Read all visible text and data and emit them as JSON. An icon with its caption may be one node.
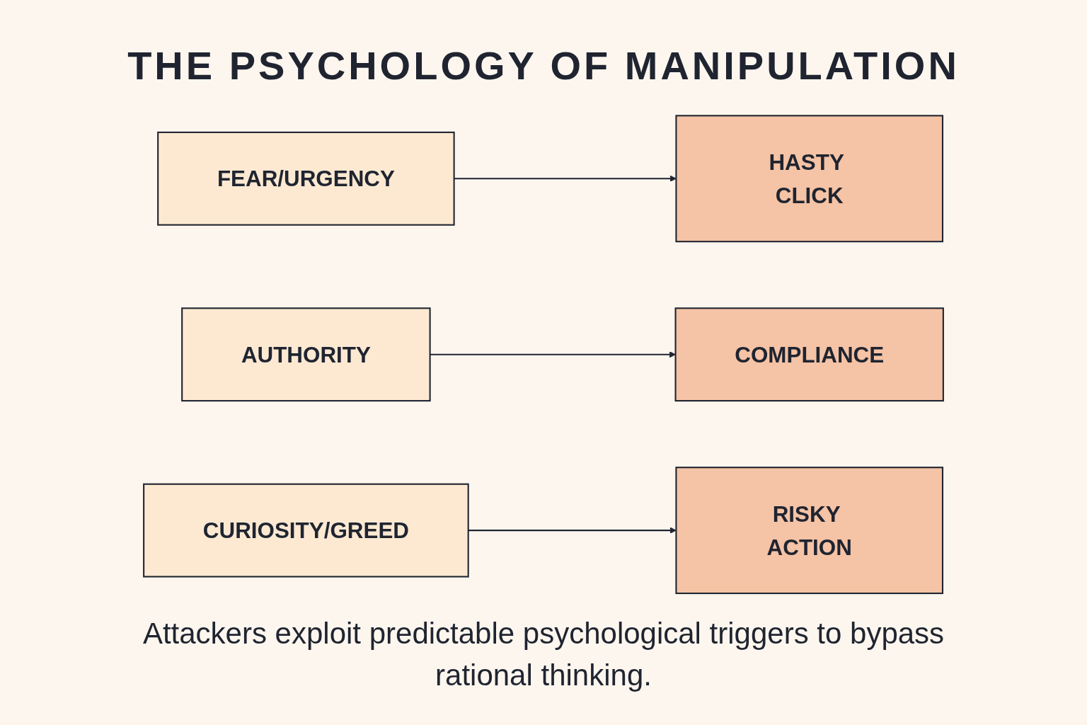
{
  "diagram": {
    "title": "THE PSYCHOLOGY OF MANIPULATION",
    "caption": "Attackers exploit predictable psychological triggers to bypass rational thinking.",
    "nodes": [
      {
        "text": [
          "FEAR/URGENCY"
        ]
      },
      {
        "text": [
          "HASTY CLICK"
        ]
      },
      {
        "text": [
          "AUTHORITY"
        ]
      },
      {
        "text": [
          "COMPLIANCE"
        ]
      },
      {
        "text": [
          "CURIOSITY/GREED"
        ]
      },
      {
        "text": [
          "RISKY ACTION"
        ]
      }
    ],
    "edges": [
      {
        "from": 0,
        "to": 1,
        "arrow": "to"
      },
      {
        "from": 2,
        "to": 3,
        "arrow": "to"
      },
      {
        "from": 4,
        "to": 5,
        "arrow": "to"
      }
    ]
  }
}
